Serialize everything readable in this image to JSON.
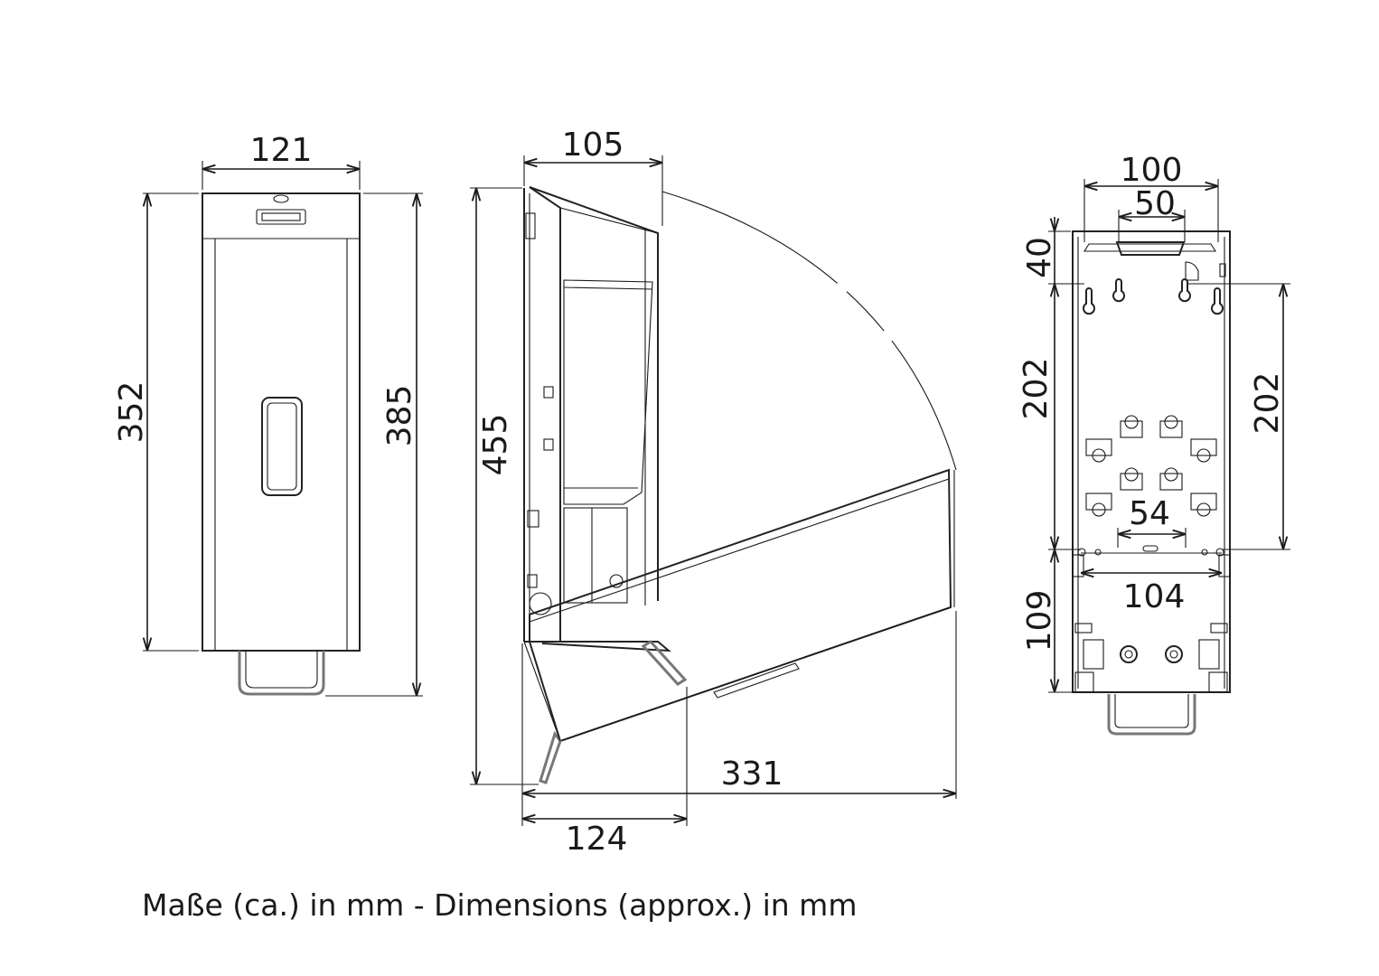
{
  "dimensions": {
    "front_width": "121",
    "front_height": "352",
    "front_height_total": "385",
    "side_depth_top": "105",
    "side_height": "455",
    "side_depth_open": "331",
    "side_depth_base": "124",
    "back_width_outer": "100",
    "back_width_inner": "50",
    "back_top_offset": "40",
    "back_hole_spacing_left": "202",
    "back_hole_spacing_right": "202",
    "back_center_spacing": "54",
    "back_lower_width": "104",
    "back_lower_height": "109"
  },
  "footnote": "Maße (ca.) in mm - Dimensions (approx.) in mm"
}
